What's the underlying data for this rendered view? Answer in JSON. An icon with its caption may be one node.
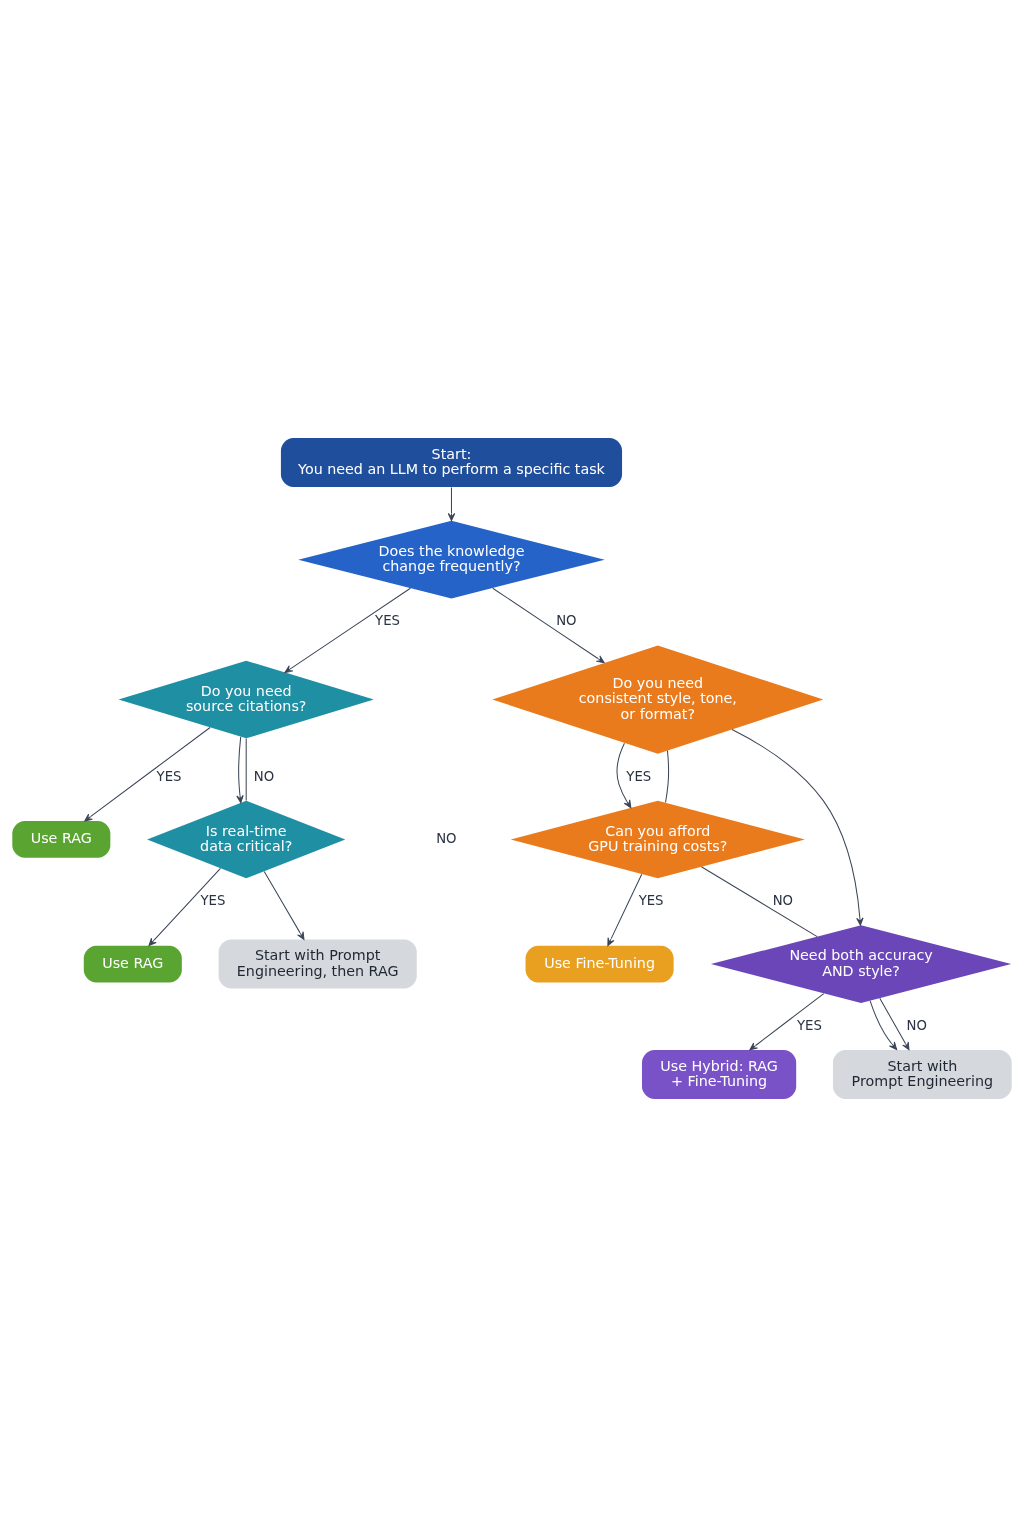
{
  "diagram": {
    "nodes": [
      {
        "text": [
          "Start:",
          "You need an LLM to perform a specific task"
        ]
      },
      {
        "text": [
          "Does the knowledge change frequently?"
        ]
      },
      {
        "text": [
          "Do you need source citations?"
        ]
      },
      {
        "text": [
          "Use RAG"
        ]
      },
      {
        "text": [
          "Is real-time data critical?"
        ]
      },
      {
        "text": [
          "Use RAG"
        ]
      },
      {
        "text": [
          "Do you need consistent style, tone, or format?"
        ]
      },
      {
        "text": [
          "Can you afford GPU training costs?"
        ]
      },
      {
        "text": [
          "Use Fine-Tuning"
        ]
      },
      {
        "text": [
          "Start with Prompt Engineering, then RAG"
        ]
      },
      {
        "text": [
          "Need both accuracy AND style?"
        ]
      },
      {
        "text": [
          "Use Hybrid: RAG + Fine-Tuning"
        ]
      },
      {
        "text": [
          "Start with Prompt Engineering"
        ]
      }
    ],
    "edges": [
      {
        "from": 0,
        "to": 1,
        "arrow": "to"
      },
      {
        "from": 1,
        "to": 2,
        "arrow": "to",
        "label": "YES"
      },
      {
        "from": 1,
        "to": 6,
        "arrow": "to",
        "label": "NO"
      },
      {
        "from": 2,
        "to": 3,
        "arrow": "to",
        "label": "YES"
      },
      {
        "from": 2,
        "to": 4,
        "arrow": "to"
      },
      {
        "from": 2,
        "to": 4,
        "arrow": "none",
        "label": "NO"
      },
      {
        "from": 4,
        "to": 5,
        "arrow": "to",
        "label": "YES"
      },
      {
        "from": 4,
        "to": 9,
        "arrow": "to"
      },
      {
        "from": 6,
        "to": 7,
        "arrow": "to",
        "label": "YES"
      },
      {
        "from": 6,
        "to": 10,
        "arrow": "to"
      },
      {
        "from": 6,
        "to": 7,
        "arrow": "none"
      },
      {
        "from": 7,
        "to": 8,
        "arrow": "to",
        "label": "YES"
      },
      {
        "from": 7,
        "to": 10,
        "arrow": "none",
        "label": "NO"
      },
      {
        "from": 10,
        "to": 11,
        "arrow": "to",
        "label": "YES"
      },
      {
        "from": 10,
        "to": 12,
        "arrow": "to"
      },
      {
        "from": 10,
        "to": 12,
        "arrow": "to",
        "label": "NO"
      }
    ],
    "labels": [
      "NO"
    ]
  }
}
